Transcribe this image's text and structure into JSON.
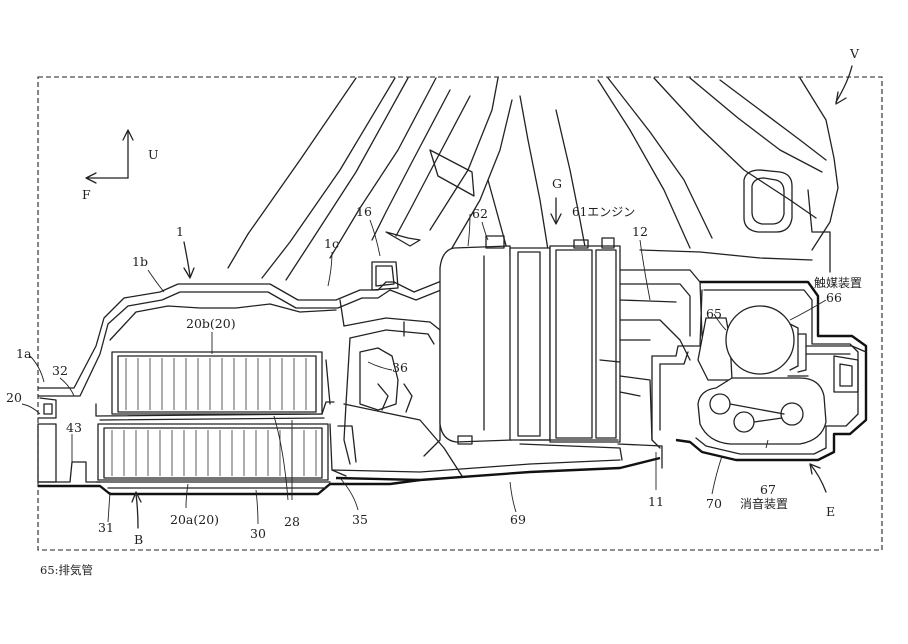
{
  "figure": {
    "reference_labels": {
      "v": "V",
      "u": "U",
      "f": "F",
      "g": "G",
      "e": "E",
      "b": "B",
      "n1": "1",
      "n1a": "1a",
      "n1b": "1b",
      "n1c": "1c",
      "n11": "11",
      "n12": "12",
      "n16": "16",
      "n20": "20",
      "n20a": "20a(20)",
      "n20b": "20b(20)",
      "n28": "28",
      "n30": "30",
      "n31": "31",
      "n32": "32",
      "n35": "35",
      "n36": "36",
      "n43": "43",
      "n61": "61エンジン",
      "n62": "62",
      "n65": "65",
      "n66": "66",
      "n67": "67",
      "n69": "69",
      "n70": "70",
      "catalyst": "触媒装置",
      "muffler": "消音装置"
    },
    "legend_note": "65:排気管"
  }
}
